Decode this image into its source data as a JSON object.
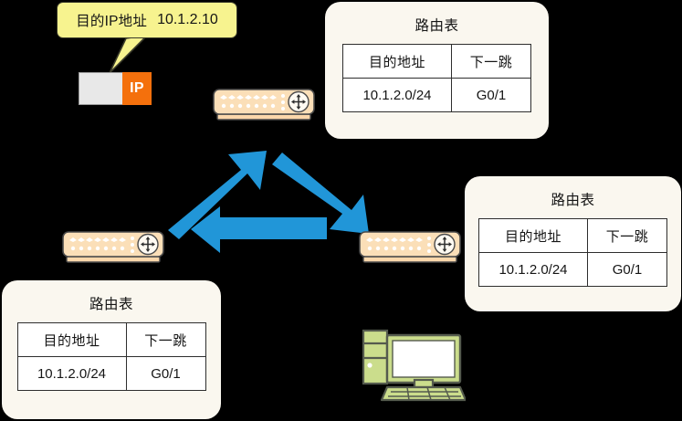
{
  "diagram": {
    "title": "IP packet routing across three routers",
    "background_color": "#000000",
    "card_color": "#faf7ef",
    "arrow_color": "#2196d8",
    "router_color": "#fbd7ab",
    "pc_color": "#cbdd8c",
    "packet_accent_color": "#f4700c",
    "callout_color": "#f7f38f"
  },
  "callout": {
    "label": "目的IP地址",
    "value": "10.1.2.10"
  },
  "packet": {
    "protocol_label": "IP"
  },
  "routing_tables": [
    {
      "id": "top",
      "title": "路由表",
      "headers": [
        "目的地址",
        "下一跳"
      ],
      "rows": [
        [
          "10.1.2.0/24",
          "G0/1"
        ]
      ]
    },
    {
      "id": "right",
      "title": "路由表",
      "headers": [
        "目的地址",
        "下一跳"
      ],
      "rows": [
        [
          "10.1.2.0/24",
          "G0/1"
        ]
      ]
    },
    {
      "id": "bottom",
      "title": "路由表",
      "headers": [
        "目的地址",
        "下一跳"
      ],
      "rows": [
        [
          "10.1.2.0/24",
          "G0/1"
        ]
      ]
    }
  ],
  "devices": [
    {
      "id": "router-top",
      "type": "router",
      "icon": "router-icon"
    },
    {
      "id": "router-left",
      "type": "router",
      "icon": "router-icon"
    },
    {
      "id": "router-right",
      "type": "router",
      "icon": "router-icon"
    },
    {
      "id": "host-pc",
      "type": "pc",
      "icon": "desktop-computer-icon"
    }
  ],
  "flows": [
    {
      "id": "flow-left-to-top",
      "from": "router-left",
      "to": "router-top",
      "direction": "up-right"
    },
    {
      "id": "flow-top-to-right",
      "from": "router-top",
      "to": "router-right",
      "direction": "down-right"
    },
    {
      "id": "flow-right-to-left",
      "from": "router-right",
      "to": "router-left",
      "direction": "left"
    }
  ]
}
